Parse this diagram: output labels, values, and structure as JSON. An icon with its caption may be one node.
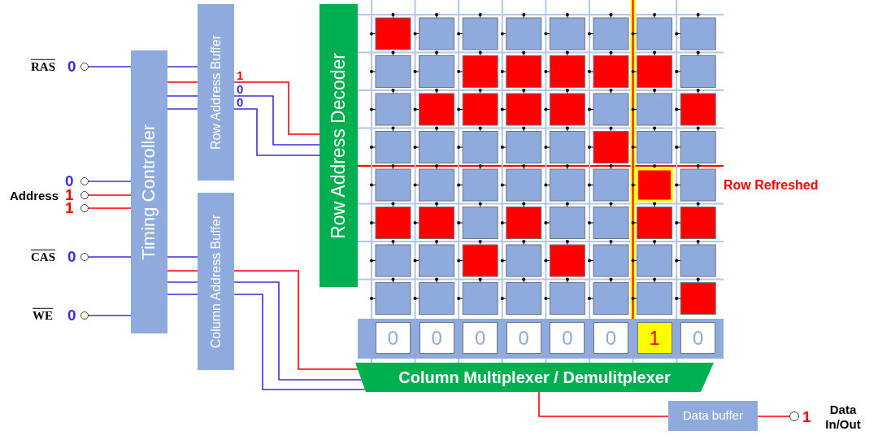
{
  "diagram": {
    "nodes": [
      {
        "text": [],
        "shape": "circle",
        "beside": [
          "RAS",
          "0"
        ]
      },
      {
        "text": [],
        "shape": "circle",
        "beside": [
          "0"
        ]
      },
      {
        "text": [],
        "shape": "circle",
        "beside": [
          "1"
        ]
      },
      {
        "text": [],
        "shape": "circle",
        "beside": [
          "1"
        ]
      },
      {
        "text": [],
        "shape": "circle",
        "beside": [
          "CAS",
          "0"
        ]
      },
      {
        "text": [],
        "shape": "circle",
        "beside": [
          "WE",
          "0"
        ]
      },
      {
        "text": [
          "Timing Controller"
        ]
      },
      {
        "text": [
          "Row Address Buffer"
        ]
      },
      {
        "text": [
          "Column Address Buffer"
        ]
      },
      {
        "text": [
          "Row Address Decoder"
        ]
      },
      {
        "text": [],
        "shape": "bar"
      },
      {
        "text": [
          "0"
        ],
        "in": 10
      },
      {
        "text": [
          "0"
        ],
        "in": 10
      },
      {
        "text": [
          "0"
        ],
        "in": 10
      },
      {
        "text": [
          "0"
        ],
        "in": 10
      },
      {
        "text": [
          "0"
        ],
        "in": 10
      },
      {
        "text": [
          "0"
        ],
        "in": 10
      },
      {
        "text": [
          "1"
        ],
        "in": 10
      },
      {
        "text": [
          "0"
        ],
        "in": 10
      },
      {
        "text": [
          "Column Multiplexer / Demulitplexer"
        ]
      },
      {
        "text": [
          "Data buffer"
        ]
      },
      {
        "text": [],
        "shape": "circle",
        "beside": [
          "1",
          "Data In/Out"
        ]
      }
    ],
    "edges": [
      {
        "from": 0,
        "to": 6,
        "arrow": "none"
      },
      {
        "from": 1,
        "to": 6,
        "arrow": "none"
      },
      {
        "from": 2,
        "to": 6,
        "arrow": "none",
        "color": "#ff0000"
      },
      {
        "from": 3,
        "to": 6,
        "arrow": "none",
        "color": "#ff0000"
      },
      {
        "from": 4,
        "to": 6,
        "arrow": "none"
      },
      {
        "from": 5,
        "to": 6,
        "arrow": "none"
      },
      {
        "from": 6,
        "to": 7,
        "arrow": "none"
      },
      {
        "from": 6,
        "to": 7,
        "arrow": "none",
        "color": "#ff0000"
      },
      {
        "from": 6,
        "to": 7,
        "arrow": "none"
      },
      {
        "from": 6,
        "to": 7,
        "arrow": "none"
      },
      {
        "from": 6,
        "to": 8,
        "arrow": "none"
      },
      {
        "from": 6,
        "to": 8,
        "arrow": "none",
        "color": "#ff0000"
      },
      {
        "from": 6,
        "to": 8,
        "arrow": "none"
      },
      {
        "from": 6,
        "to": 8,
        "arrow": "none"
      },
      {
        "from": 7,
        "to": 9,
        "arrow": "none",
        "label": "1",
        "color": "#ff0000"
      },
      {
        "from": 7,
        "to": 9,
        "arrow": "none",
        "label": "0"
      },
      {
        "from": 7,
        "to": 9,
        "arrow": "none",
        "label": "0"
      },
      {
        "from": 8,
        "to": 19,
        "arrow": "none",
        "color": "#ff0000"
      },
      {
        "from": 8,
        "to": 19,
        "arrow": "none"
      },
      {
        "from": 8,
        "to": 19,
        "arrow": "none"
      },
      {
        "from": 19,
        "to": 20,
        "arrow": "none",
        "color": "#ff0000"
      },
      {
        "from": 20,
        "to": 21,
        "arrow": "none",
        "color": "#ff0000"
      }
    ],
    "labels": [
      "Address",
      "Row Refreshed"
    ]
  }
}
